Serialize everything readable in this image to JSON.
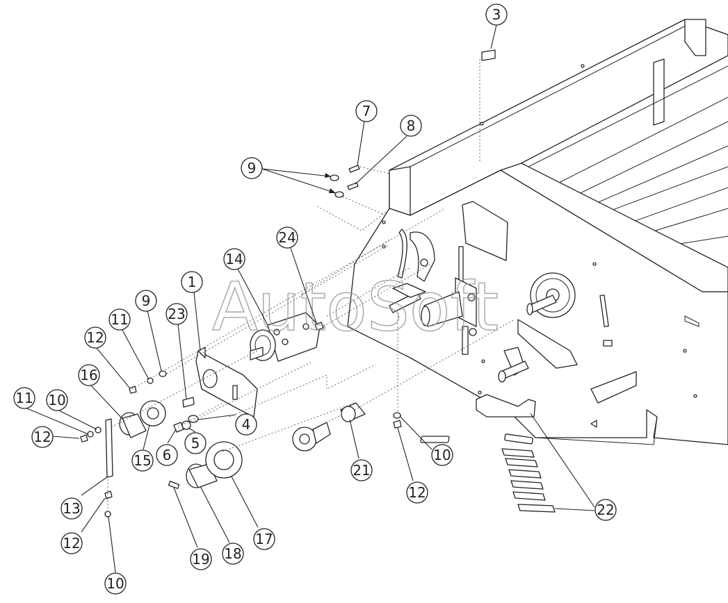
{
  "watermark": "AutoSoft",
  "callouts": [
    {
      "id": "c3",
      "label": "3"
    },
    {
      "id": "c7",
      "label": "7"
    },
    {
      "id": "c8",
      "label": "8"
    },
    {
      "id": "c9a",
      "label": "9"
    },
    {
      "id": "c24",
      "label": "24"
    },
    {
      "id": "c14",
      "label": "14"
    },
    {
      "id": "c1",
      "label": "1"
    },
    {
      "id": "c9b",
      "label": "9"
    },
    {
      "id": "c23",
      "label": "23"
    },
    {
      "id": "c11a",
      "label": "11"
    },
    {
      "id": "c12a",
      "label": "12"
    },
    {
      "id": "c16",
      "label": "16"
    },
    {
      "id": "c11b",
      "label": "11"
    },
    {
      "id": "c10a",
      "label": "10"
    },
    {
      "id": "c12b",
      "label": "12"
    },
    {
      "id": "c15",
      "label": "15"
    },
    {
      "id": "c6",
      "label": "6"
    },
    {
      "id": "c5",
      "label": "5"
    },
    {
      "id": "c4",
      "label": "4"
    },
    {
      "id": "c13",
      "label": "13"
    },
    {
      "id": "c12c",
      "label": "12"
    },
    {
      "id": "c10b",
      "label": "10"
    },
    {
      "id": "c19",
      "label": "19"
    },
    {
      "id": "c18",
      "label": "18"
    },
    {
      "id": "c17",
      "label": "17"
    },
    {
      "id": "c21",
      "label": "21"
    },
    {
      "id": "c10c",
      "label": "10"
    },
    {
      "id": "c12d",
      "label": "12"
    },
    {
      "id": "c22",
      "label": "22"
    }
  ]
}
